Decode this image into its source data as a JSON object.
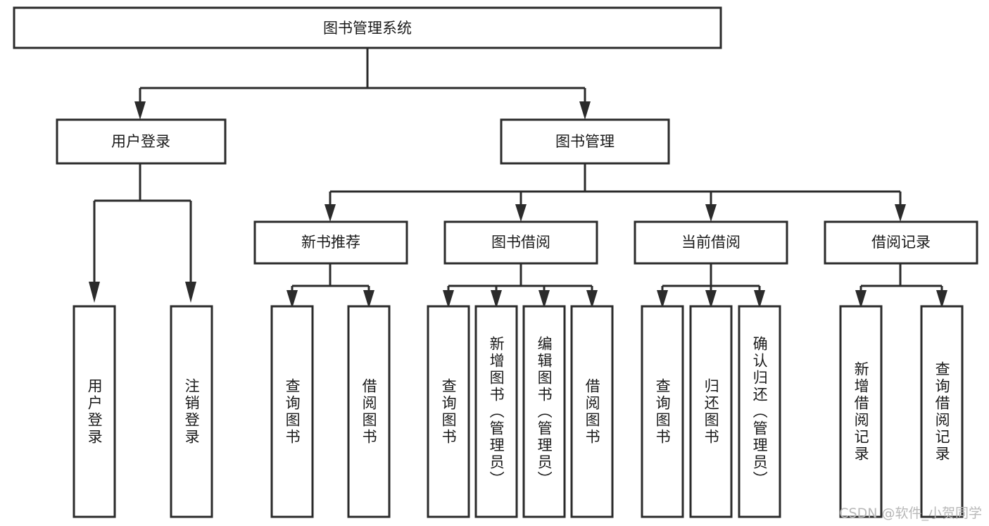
{
  "diagram": {
    "title": "图书管理系统",
    "type": "tree-hierarchy",
    "orientation": "top-down",
    "colors": {
      "stroke": "#2b2b2b",
      "fill": "#ffffff",
      "text": "#1a1a1a",
      "watermark": "#b8b8b8",
      "background": "#ffffff"
    },
    "levels": {
      "root": {
        "label": "图书管理系统"
      },
      "level2": [
        {
          "id": "user-login",
          "label": "用户登录"
        },
        {
          "id": "book-management",
          "label": "图书管理"
        }
      ],
      "level3": [
        {
          "id": "new-book-recommend",
          "label": "新书推荐",
          "parent": "book-management"
        },
        {
          "id": "book-borrow",
          "label": "图书借阅",
          "parent": "book-management"
        },
        {
          "id": "current-borrow",
          "label": "当前借阅",
          "parent": "book-management"
        },
        {
          "id": "borrow-record",
          "label": "借阅记录",
          "parent": "book-management"
        }
      ],
      "leaves": [
        {
          "id": "leaf-user-login",
          "label": "用户登录",
          "parent": "user-login"
        },
        {
          "id": "leaf-logout-login",
          "label": "注销登录",
          "parent": "user-login"
        },
        {
          "id": "leaf-query-book-1",
          "label": "查询图书",
          "parent": "new-book-recommend"
        },
        {
          "id": "leaf-borrow-book-1",
          "label": "借阅图书",
          "parent": "new-book-recommend"
        },
        {
          "id": "leaf-query-book-2",
          "label": "查询图书",
          "parent": "book-borrow"
        },
        {
          "id": "leaf-add-book",
          "label": "新增图书（管理员）",
          "parent": "book-borrow"
        },
        {
          "id": "leaf-edit-book",
          "label": "编辑图书（管理员）",
          "parent": "book-borrow"
        },
        {
          "id": "leaf-borrow-book-2",
          "label": "借阅图书",
          "parent": "book-borrow"
        },
        {
          "id": "leaf-query-book-3",
          "label": "查询图书",
          "parent": "current-borrow"
        },
        {
          "id": "leaf-return-book",
          "label": "归还图书",
          "parent": "current-borrow"
        },
        {
          "id": "leaf-confirm-return",
          "label": "确认归还（管理员）",
          "parent": "current-borrow"
        },
        {
          "id": "leaf-add-record",
          "label": "新增借阅记录",
          "parent": "borrow-record"
        },
        {
          "id": "leaf-query-record",
          "label": "查询借阅记录",
          "parent": "borrow-record"
        }
      ]
    },
    "watermark": "CSDN @软件_小贺同学"
  }
}
